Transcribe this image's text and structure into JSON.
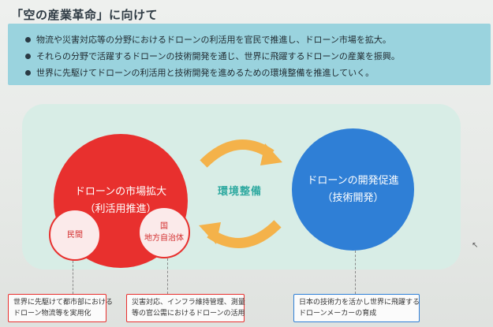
{
  "title": "「空の産業革命」に向けて",
  "bullets": [
    "物流や災害対応等の分野におけるドローンの利活用を官民で推進し、ドローン市場を拡大。",
    "それらの分野で活躍するドローンの技術開発を通じ、世界に飛躍するドローンの産業を振興。",
    "世界に先駆けてドローンの利活用と技術開発を進めるための環境整備を推進していく。"
  ],
  "diagram": {
    "left_circle": {
      "line1": "ドローンの市場拡大",
      "line2": "（利活用推進）"
    },
    "right_circle": {
      "line1": "ドローンの開発促進",
      "line2": "（技術開発）"
    },
    "center": "環境整備",
    "small_left": "民間",
    "small_right_line1": "国",
    "small_right_line2": "地方自治体"
  },
  "callouts": {
    "c1_line1": "世界に先駆けて都市部における",
    "c1_line2": "ドローン物流等を実用化",
    "c2_line1": "災害対応、インフラ維持管理、測量",
    "c2_line2": "等の官公需におけるドローンの活用",
    "c3_line1": "日本の技術力を活かし世界に飛躍する",
    "c3_line2": "ドローンメーカーの育成"
  },
  "colors": {
    "banner": "#9ad3de",
    "red": "#e8302e",
    "blue": "#2f7fd6",
    "arrow": "#f4b24a",
    "panel": "#d8ede6",
    "accent": "#2ea9a0"
  }
}
